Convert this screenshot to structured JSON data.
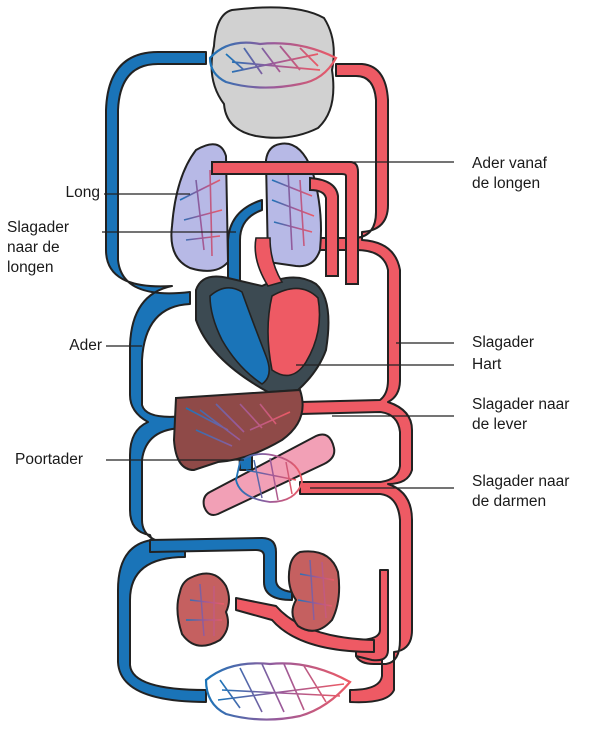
{
  "labels": {
    "long": "Long",
    "slagader_longen_1": "Slagader",
    "slagader_longen_2": "naar de",
    "slagader_longen_3": "longen",
    "ader": "Ader",
    "poortader": "Poortader",
    "ader_longen_1": "Ader vanaf",
    "ader_longen_2": "de longen",
    "slagader": "Slagader",
    "hart": "Hart",
    "slagader_lever_1": "Slagader naar",
    "slagader_lever_2": "de lever",
    "slagader_darmen_1": "Slagader naar",
    "slagader_darmen_2": "de darmen"
  },
  "colors": {
    "vein": "#1a74b8",
    "artery": "#ee5a64",
    "outline": "#222222",
    "lung": "#b7b9e6",
    "brain": "#d1d1d1",
    "liver": "#8f4a48",
    "kidney": "#c56060",
    "intestine": "#f2a0b6",
    "heart_dark": "#3c4a52"
  }
}
